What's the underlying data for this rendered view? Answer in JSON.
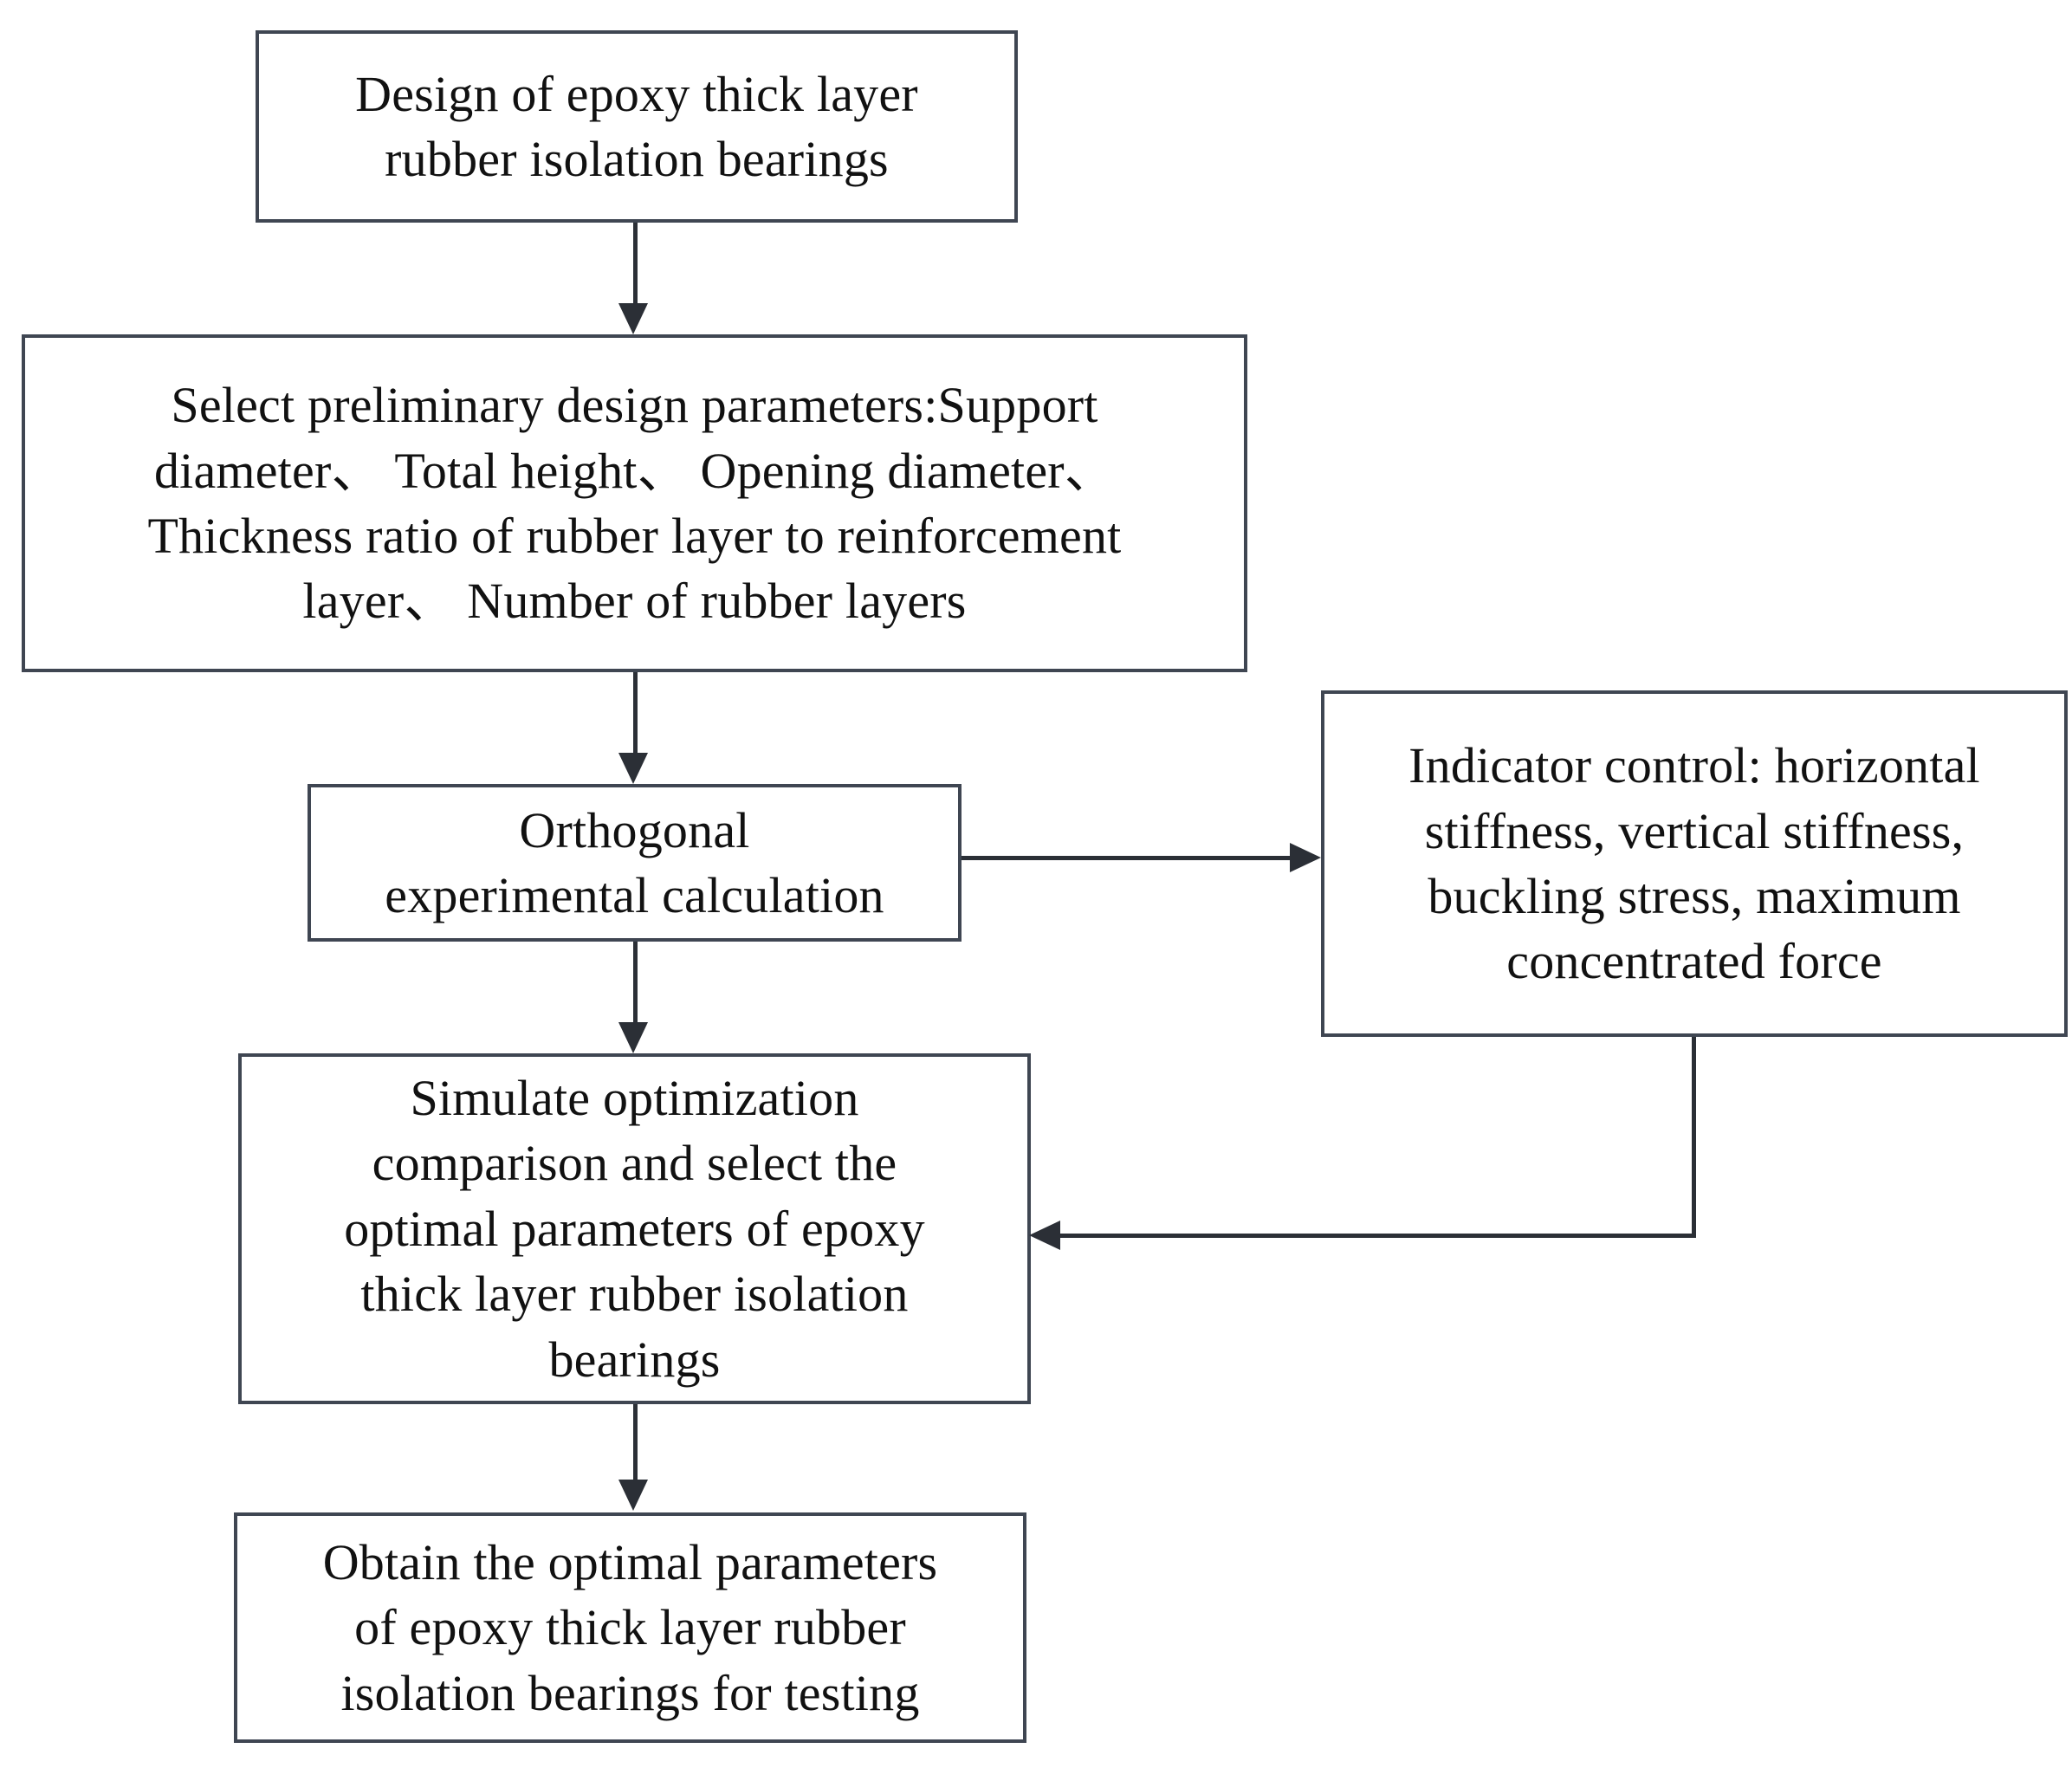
{
  "diagram": {
    "type": "flowchart",
    "orientation": "top-to-bottom with side feedback loop",
    "background_color": "#ffffff",
    "node_border_color": "#3f4652",
    "connector_color": "#2b2f36",
    "text_color": "#111111",
    "nodes": [
      {
        "id": "design",
        "label": "Design of epoxy thick layer\nrubber isolation bearings"
      },
      {
        "id": "select_params",
        "label": "Select preliminary design parameters:Support\ndiameter、 Total height、 Opening diameter、\nThickness ratio of rubber layer to reinforcement\nlayer、 Number of rubber layers"
      },
      {
        "id": "orthogonal",
        "label": "Orthogonal\nexperimental calculation"
      },
      {
        "id": "indicator_control",
        "label": "Indicator control: horizontal\nstiffness, vertical stiffness,\nbuckling stress, maximum\nconcentrated force"
      },
      {
        "id": "simulate",
        "label": "Simulate optimization\ncomparison and select the\noptimal parameters of epoxy\nthick layer rubber isolation\nbearings"
      },
      {
        "id": "obtain",
        "label": "Obtain the optimal parameters\nof epoxy thick layer rubber\nisolation bearings for testing"
      }
    ],
    "edges": [
      {
        "id": "e1",
        "from": "design",
        "to": "select_params",
        "direction": "down",
        "arrow": "arrow-down-icon"
      },
      {
        "id": "e2",
        "from": "select_params",
        "to": "orthogonal",
        "direction": "down",
        "arrow": "arrow-down-icon"
      },
      {
        "id": "e3",
        "from": "orthogonal",
        "to": "indicator_control",
        "direction": "right",
        "arrow": "arrow-right-icon"
      },
      {
        "id": "e4",
        "from": "orthogonal",
        "to": "simulate",
        "direction": "down",
        "arrow": "arrow-down-icon"
      },
      {
        "id": "e5",
        "from": "indicator_control",
        "to": "simulate",
        "direction": "down-left",
        "arrow": "arrow-left-icon"
      },
      {
        "id": "e6",
        "from": "simulate",
        "to": "obtain",
        "direction": "down",
        "arrow": "arrow-down-icon"
      }
    ]
  }
}
